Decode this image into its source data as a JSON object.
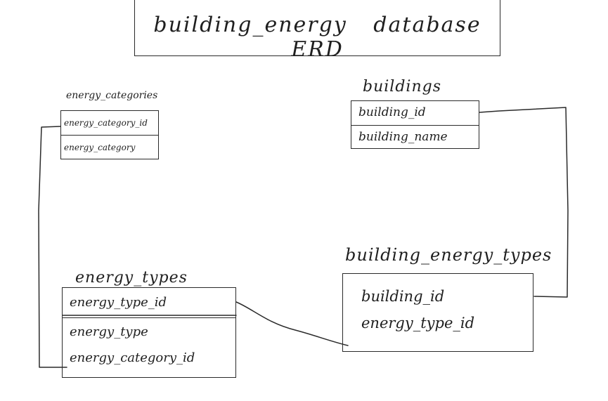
{
  "diagram": {
    "title": "building_energy database ERD",
    "entities": {
      "energy_categories": {
        "name": "energy_categories",
        "fields": [
          "energy_category_id",
          "energy_category"
        ]
      },
      "buildings": {
        "name": "buildings",
        "fields": [
          "building_id",
          "building_name"
        ]
      },
      "energy_types": {
        "name": "energy_types",
        "fields": [
          "energy_type_id",
          "energy_type",
          "energy_category_id"
        ]
      },
      "building_energy_types": {
        "name": "building_energy_types",
        "fields": [
          "building_id",
          "energy_type_id"
        ]
      }
    }
  }
}
